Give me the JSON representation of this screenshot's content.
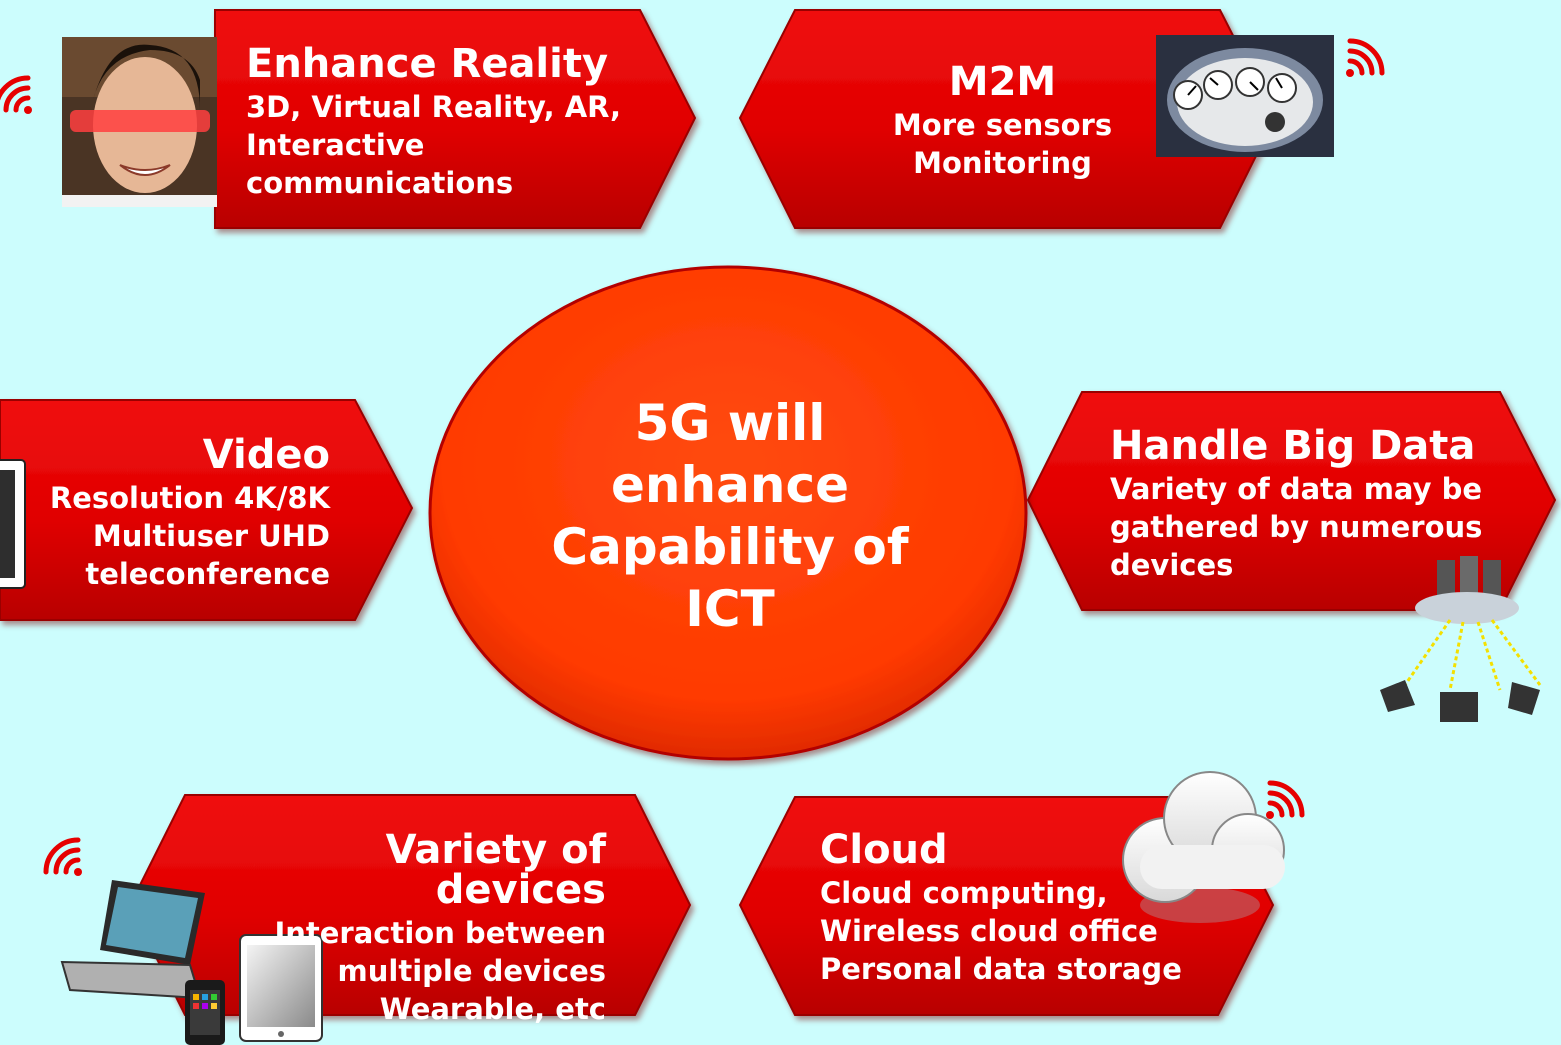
{
  "center": {
    "lines": [
      "5G will",
      "enhance",
      "Capability of",
      "ICT"
    ]
  },
  "boxes": {
    "enhance_reality": {
      "title": "Enhance Reality",
      "lines": [
        "3D, Virtual Reality, AR,",
        "Interactive",
        "communications"
      ]
    },
    "m2m": {
      "title": "M2M",
      "lines": [
        "More sensors",
        "Monitoring"
      ]
    },
    "video": {
      "title": "Video",
      "lines": [
        "Resolution 4K/8K",
        "Multiuser UHD",
        "teleconference"
      ]
    },
    "big_data": {
      "title": "Handle Big Data",
      "lines": [
        "Variety of data may be",
        "gathered by numerous",
        "devices"
      ]
    },
    "devices": {
      "title": "Variety of devices",
      "lines": [
        "Interaction between",
        "multiple devices",
        "Wearable, etc"
      ]
    },
    "cloud": {
      "title": "Cloud",
      "lines": [
        "Cloud computing,",
        "Wireless cloud office",
        "Personal data storage"
      ]
    }
  },
  "colors": {
    "background": "#ccfdfd",
    "box_fill": "#e60000",
    "center_fill": "#ff3c00",
    "text": "#ffffff",
    "wifi": "#e60000"
  },
  "icons": [
    "wifi-signal-icon",
    "ar-glasses-photo",
    "electric-meter-photo",
    "monitor-icon",
    "server-cloud-network-icon",
    "laptop-icon",
    "tablet-icon",
    "smartphone-icon",
    "cloud-icon"
  ]
}
